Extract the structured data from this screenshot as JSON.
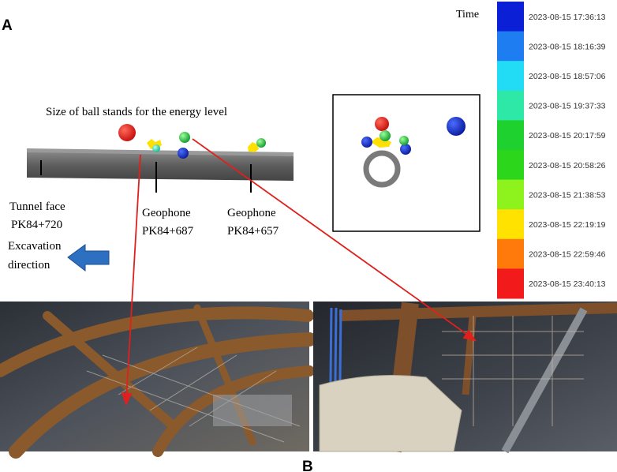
{
  "panel_labels": {
    "a": "A",
    "b": "B"
  },
  "legend": {
    "title": "Time",
    "entries": [
      {
        "label": "2023-08-15 17:36:13",
        "color": "#0a1fd6"
      },
      {
        "label": "2023-08-15 18:16:39",
        "color": "#1f7df2"
      },
      {
        "label": "2023-08-15 18:57:06",
        "color": "#22dcf5"
      },
      {
        "label": "2023-08-15 19:37:33",
        "color": "#2ee8a7"
      },
      {
        "label": "2023-08-15 20:17:59",
        "color": "#1ed12e"
      },
      {
        "label": "2023-08-15 20:58:26",
        "color": "#2cd61a"
      },
      {
        "label": "2023-08-15 21:38:53",
        "color": "#8ef21c"
      },
      {
        "label": "2023-08-15 22:19:19",
        "color": "#ffe200"
      },
      {
        "label": "2023-08-15 22:59:46",
        "color": "#ff7a0a"
      },
      {
        "label": "2023-08-15 23:40:13",
        "color": "#f21a1a"
      }
    ]
  },
  "annotations": {
    "ball_size_note": "Size of ball stands for the energy level",
    "tunnel_face": {
      "line1": "Tunnel face",
      "line2": "PK84+720"
    },
    "geophone_1": {
      "line1": "Geophone",
      "line2": "PK84+687"
    },
    "geophone_2": {
      "line1": "Geophone",
      "line2": "PK84+657"
    },
    "excavation": {
      "line1": "Excavation",
      "line2": "direction"
    }
  },
  "colors": {
    "tunnel": "#6b6b6b",
    "arrow_fill": "#2d6fc0",
    "pointer_line": "#e0201c"
  }
}
